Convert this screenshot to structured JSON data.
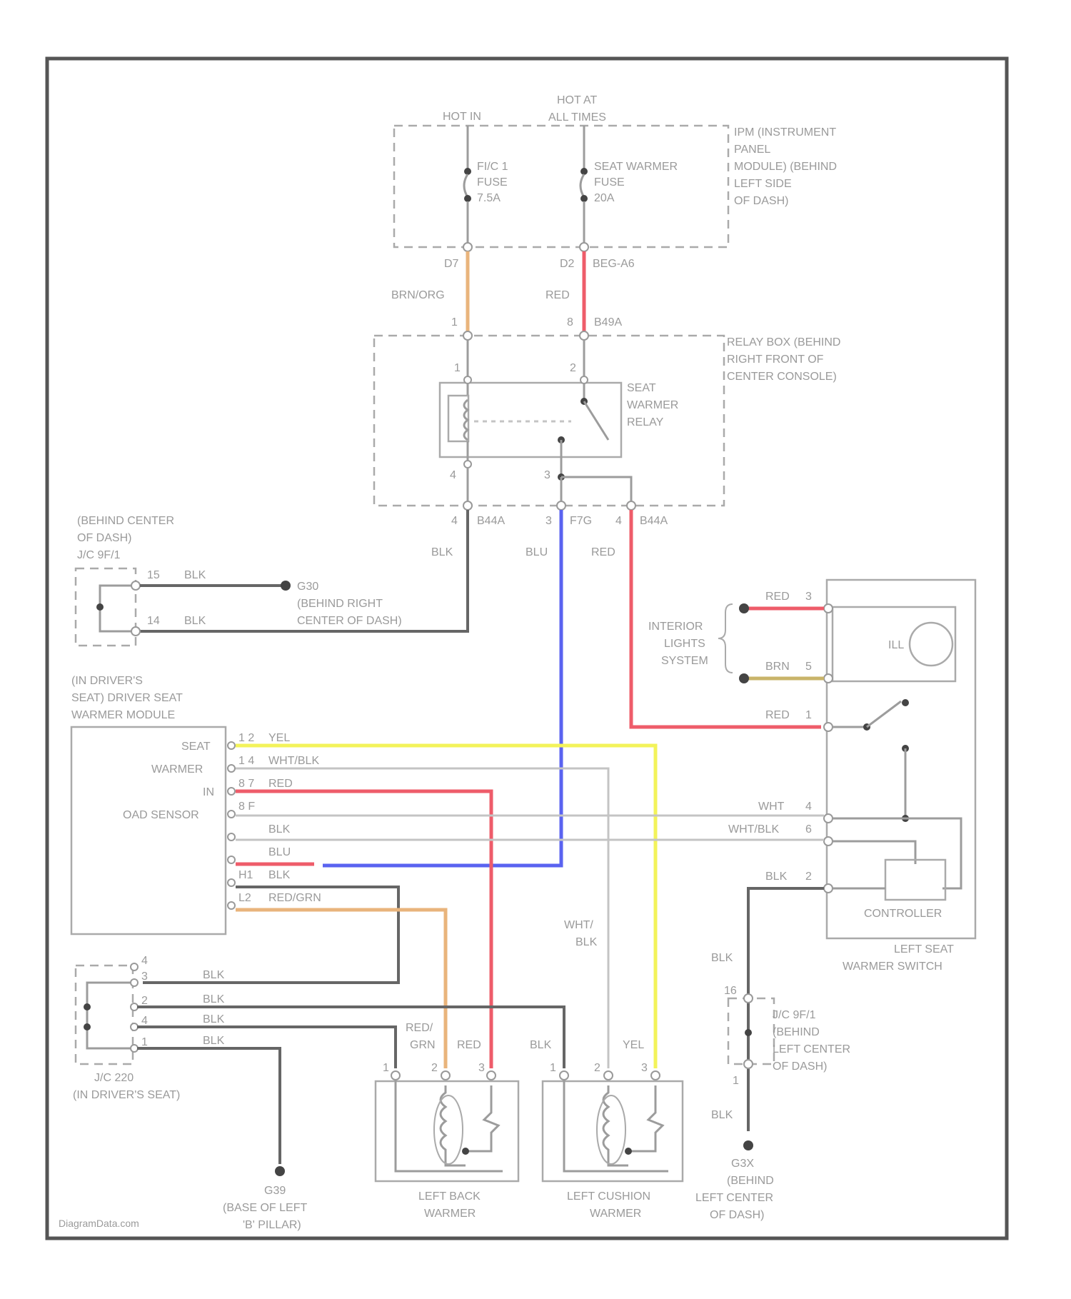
{
  "colors": {
    "red": "#ee5c6a",
    "blue": "#5a63f0",
    "yellow": "#f3f35a",
    "orange": "#e9b47c",
    "frame": "#555555"
  },
  "power": {
    "hot_in": "HOT IN",
    "hot_at_all_times": "HOT AT\nALL TIMES"
  },
  "fuses": {
    "fuse1": "FI/C 1\nFUSE\n7.5A",
    "fuse2": "SEAT WARMER\nFUSE\n20A",
    "ipm_label": "IPM (INSTRUMENT\nPANEL\nMODULE) (BEHIND\nLEFT SIDE\nOF DASH)",
    "pin_left": "D7",
    "pin_right": "D2",
    "pin_right_conn": "BEG-A6"
  },
  "wires_top": {
    "left": "BRN/ORG",
    "right": "RED",
    "pin1": "1",
    "pin8": "8",
    "conn8": "B49A"
  },
  "relay": {
    "box_label": "RELAY BOX (BEHIND\nRIGHT FRONT OF\nCENTER CONSOLE)",
    "relay_label": "SEAT\nWARMER\nRELAY",
    "p1": "1",
    "p2": "2",
    "p4": "4",
    "p3": "3"
  },
  "relay_out": {
    "pin4": "4",
    "conn4": "B44A",
    "pin3": "3",
    "conn3": "F7G",
    "pin_r": "4",
    "conn_r": "B44A",
    "w_left": "BLK",
    "w_mid": "BLU",
    "w_right": "RED"
  },
  "jc_top": {
    "label": "(BEHIND CENTER\nOF DASH)\nJ/C 9F/1",
    "pin15": "15",
    "pin14": "14",
    "w1": "BLK",
    "w2": "BLK"
  },
  "ground1": {
    "label": "G30\n(BEHIND RIGHT\nCENTER OF DASH)"
  },
  "interior": {
    "label": "INTERIOR\nLIGHTS\nSYSTEM",
    "red_label": "RED",
    "red_pin": "3",
    "brn_label": "BRN",
    "brn_pin": "5"
  },
  "switch": {
    "label": "LEFT SEAT\nWARMER SWITCH",
    "red_label": "RED",
    "red_pin": "1",
    "wht_label": "WHT",
    "wht_pin": "4",
    "whtblk_label": "WHT/BLK",
    "whtblk_pin": "6",
    "blk_label": "BLK",
    "blk_pin": "2",
    "controller": "CONTROLLER",
    "lamp": "ILL"
  },
  "module": {
    "label": "(IN DRIVER'S\nSEAT) DRIVER SEAT\nWARMER MODULE",
    "seat": "SEAT",
    "warmer": "WARMER",
    "in": "IN",
    "oad": "OAD SENSOR",
    "rows": [
      {
        "pin": "1 2",
        "wire": "YEL"
      },
      {
        "pin": "1 4",
        "wire": "WHT/BLK"
      },
      {
        "pin": "8 7",
        "wire": "RED"
      },
      {
        "pin": "8 F",
        "wire": ""
      },
      {
        "pin": "",
        "wire": "BLK"
      },
      {
        "pin": "",
        "wire": "BLU"
      },
      {
        "pin": "H1",
        "wire": "BLK"
      },
      {
        "pin": "L2",
        "wire": "RED/GRN"
      }
    ]
  },
  "jc_bottom_left": {
    "label": "J/C 220\n(IN DRIVER'S SEAT)",
    "pins": [
      "4",
      "3",
      "2",
      "4",
      "1"
    ],
    "wires": [
      "BLK",
      "BLK",
      "BLK",
      "BLK"
    ]
  },
  "ground_seat": {
    "label": "G39\n(BASE OF LEFT\n'B' PILLAR)"
  },
  "back_warmer": {
    "label": "LEFT BACK\nWARMER",
    "w1": "RED/\nGRN",
    "w2": "RED",
    "p1": "1",
    "p2": "2",
    "p3": "3"
  },
  "cushion_warmer": {
    "label": "LEFT CUSHION\nWARMER",
    "w1": "BLK",
    "w2": "YEL",
    "w3": "WHT/\nBLK",
    "p1": "1",
    "p2": "2",
    "p3": "3"
  },
  "jc_right": {
    "label": "J/C 9F/1\n(BEHIND\nLEFT CENTER\nOF DASH)",
    "pin1": "16",
    "pin2": "1",
    "wire_top": "BLK",
    "wire_bottom": "BLK"
  },
  "ground_right": {
    "label": "G3X\n(BEHIND\nLEFT CENTER\nOF DASH)"
  },
  "watermark": "DiagramData.com"
}
